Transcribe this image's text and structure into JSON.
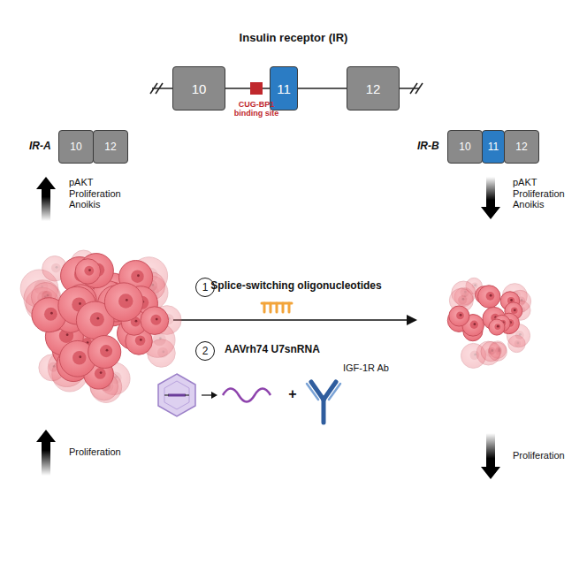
{
  "diagram": {
    "title": "Insulin receptor (IR)",
    "nodes": [
      {
        "text": [
          "10"
        ]
      },
      {
        "text": [
          "11"
        ]
      },
      {
        "text": [
          "12"
        ]
      },
      {
        "text": [
          "10"
        ]
      },
      {
        "text": [
          "12"
        ]
      },
      {
        "text": [
          "10"
        ]
      },
      {
        "text": [
          "11"
        ]
      },
      {
        "text": [
          "12"
        ]
      },
      {
        "text": [
          "1"
        ]
      },
      {
        "text": [
          "2"
        ]
      }
    ],
    "labels": [
      "CUG-BP1 binding site",
      "IR-A",
      "IR-B",
      "pAKT Proliferation Anoikis",
      "pAKT Proliferation Anoikis",
      "Splice-switching oligonucleotides",
      "AAVrh74 U7snRNA",
      "+",
      "IGF-1R Ab",
      "Proliferation",
      "Proliferation"
    ]
  }
}
